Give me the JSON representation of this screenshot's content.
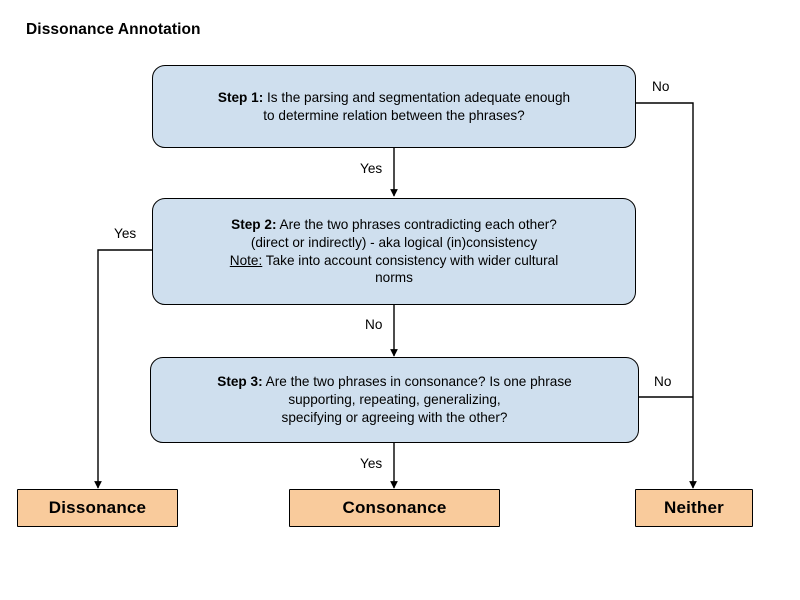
{
  "diagram": {
    "title": "Dissonance Annotation",
    "colors": {
      "decision_fill": "#cfdfee",
      "terminal_fill": "#f9cb9c",
      "stroke": "#000000",
      "background": "#ffffff"
    },
    "steps": [
      {
        "id": "step-1",
        "lead": "Step 1:",
        "lines": [
          " Is the parsing and segmentation adequate enough",
          "to determine relation between the phrases?"
        ]
      },
      {
        "id": "step-2",
        "lead": "Step 2:",
        "lines": [
          " Are the two phrases contradicting each other?",
          "(direct or indirectly) - aka logical (in)consistency"
        ],
        "note_lead": "Note:",
        "note_lines": [
          " Take into account consistency with wider cultural",
          "norms"
        ]
      },
      {
        "id": "step-3",
        "lead": "Step 3:",
        "lines": [
          " Are the two phrases in consonance? Is one phrase",
          "supporting, repeating, generalizing,",
          "specifying or agreeing with the other?"
        ]
      }
    ],
    "terminals": [
      {
        "id": "dissonance",
        "label": "Dissonance"
      },
      {
        "id": "consonance",
        "label": "Consonance"
      },
      {
        "id": "neither",
        "label": "Neither"
      }
    ],
    "edge_labels": {
      "step1_no": "No",
      "step1_yes": "Yes",
      "step2_yes": "Yes",
      "step2_no": "No",
      "step3_no": "No",
      "step3_yes": "Yes"
    }
  }
}
